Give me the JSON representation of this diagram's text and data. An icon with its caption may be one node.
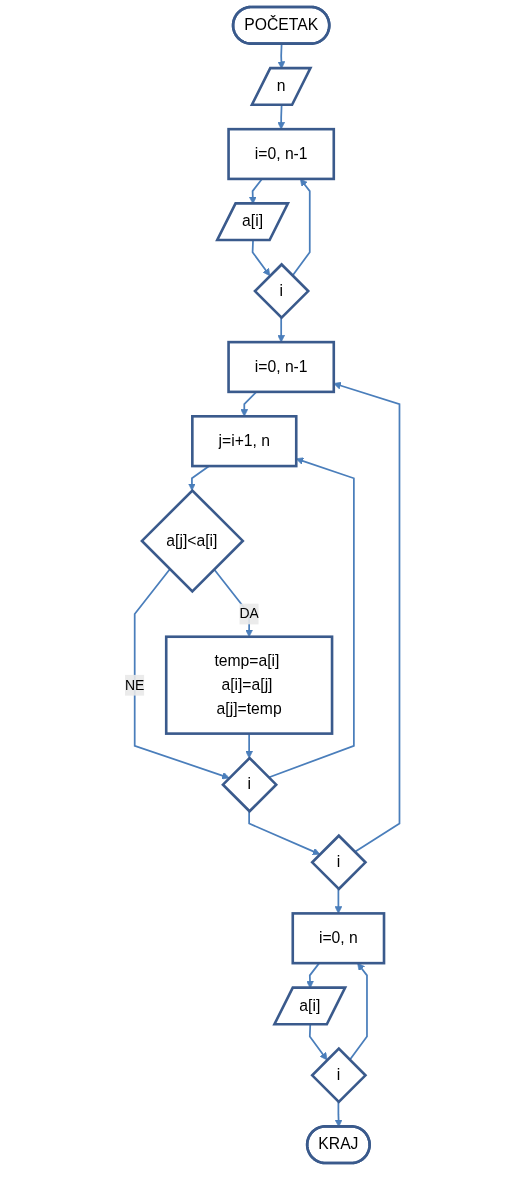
{
  "diagram": {
    "nodes": [
      {
        "text": [
          "POČETAK"
        ]
      },
      {
        "text": [
          "n"
        ]
      },
      {
        "text": [
          "i=0, n-1"
        ]
      },
      {
        "text": [
          "a[i]"
        ]
      },
      {
        "text": [
          "i"
        ]
      },
      {
        "text": [
          "i=0, n-1"
        ]
      },
      {
        "text": [
          "j=i+1, n"
        ]
      },
      {
        "text": [
          "a[j]<a[i]"
        ]
      },
      {
        "text": [
          "temp=a[i] a[i]=a[j] a[j]=temp"
        ]
      },
      {
        "text": [
          "i"
        ]
      },
      {
        "text": [
          "i"
        ]
      },
      {
        "text": [
          "i=0, n"
        ]
      },
      {
        "text": [
          "a[i]"
        ]
      },
      {
        "text": [
          "i"
        ]
      },
      {
        "text": [
          "KRAJ"
        ]
      }
    ],
    "edges": [
      {
        "from": 0,
        "to": 1,
        "arrow": "to"
      },
      {
        "from": 1,
        "to": 2,
        "arrow": "to"
      },
      {
        "from": 2,
        "to": 3,
        "arrow": "to"
      },
      {
        "from": 3,
        "to": 4,
        "arrow": "to"
      },
      {
        "from": 4,
        "to": 2,
        "arrow": "to"
      },
      {
        "from": 4,
        "to": 5,
        "arrow": "to"
      },
      {
        "from": 5,
        "to": 6,
        "arrow": "to"
      },
      {
        "from": 6,
        "to": 7,
        "arrow": "to"
      },
      {
        "from": 7,
        "to": 8,
        "arrow": "to",
        "label": "DA"
      },
      {
        "from": 7,
        "to": 9,
        "arrow": "to",
        "label": "NE"
      },
      {
        "from": 8,
        "to": 9,
        "arrow": "to"
      },
      {
        "from": 9,
        "to": 6,
        "arrow": "to"
      },
      {
        "from": 9,
        "to": 10,
        "arrow": "to"
      },
      {
        "from": 10,
        "to": 5,
        "arrow": "to"
      },
      {
        "from": 10,
        "to": 11,
        "arrow": "to"
      },
      {
        "from": 11,
        "to": 12,
        "arrow": "to"
      },
      {
        "from": 12,
        "to": 13,
        "arrow": "to"
      },
      {
        "from": 13,
        "to": 11,
        "arrow": "to"
      },
      {
        "from": 13,
        "to": 14,
        "arrow": "to"
      }
    ]
  }
}
